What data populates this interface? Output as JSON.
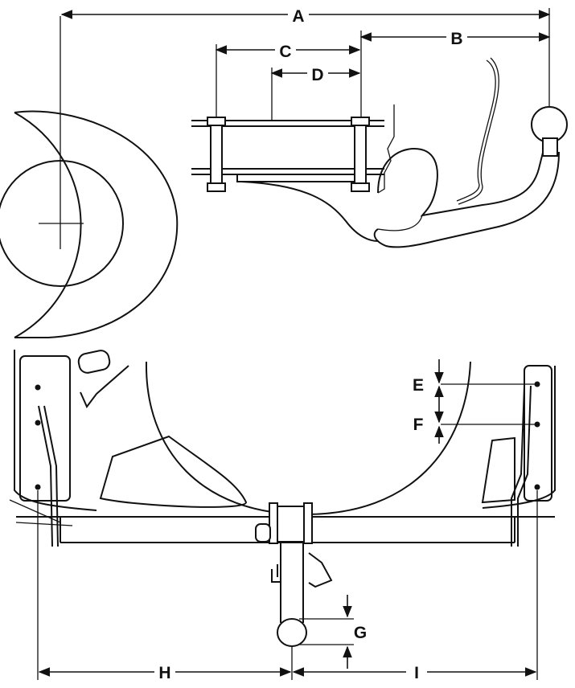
{
  "diagram": {
    "dimension_labels": {
      "A": "A",
      "B": "B",
      "C": "C",
      "D": "D",
      "E": "E",
      "F": "F",
      "G": "G",
      "H": "H",
      "I": "I"
    }
  },
  "colors": {
    "line": "#111111",
    "background": "#ffffff"
  }
}
